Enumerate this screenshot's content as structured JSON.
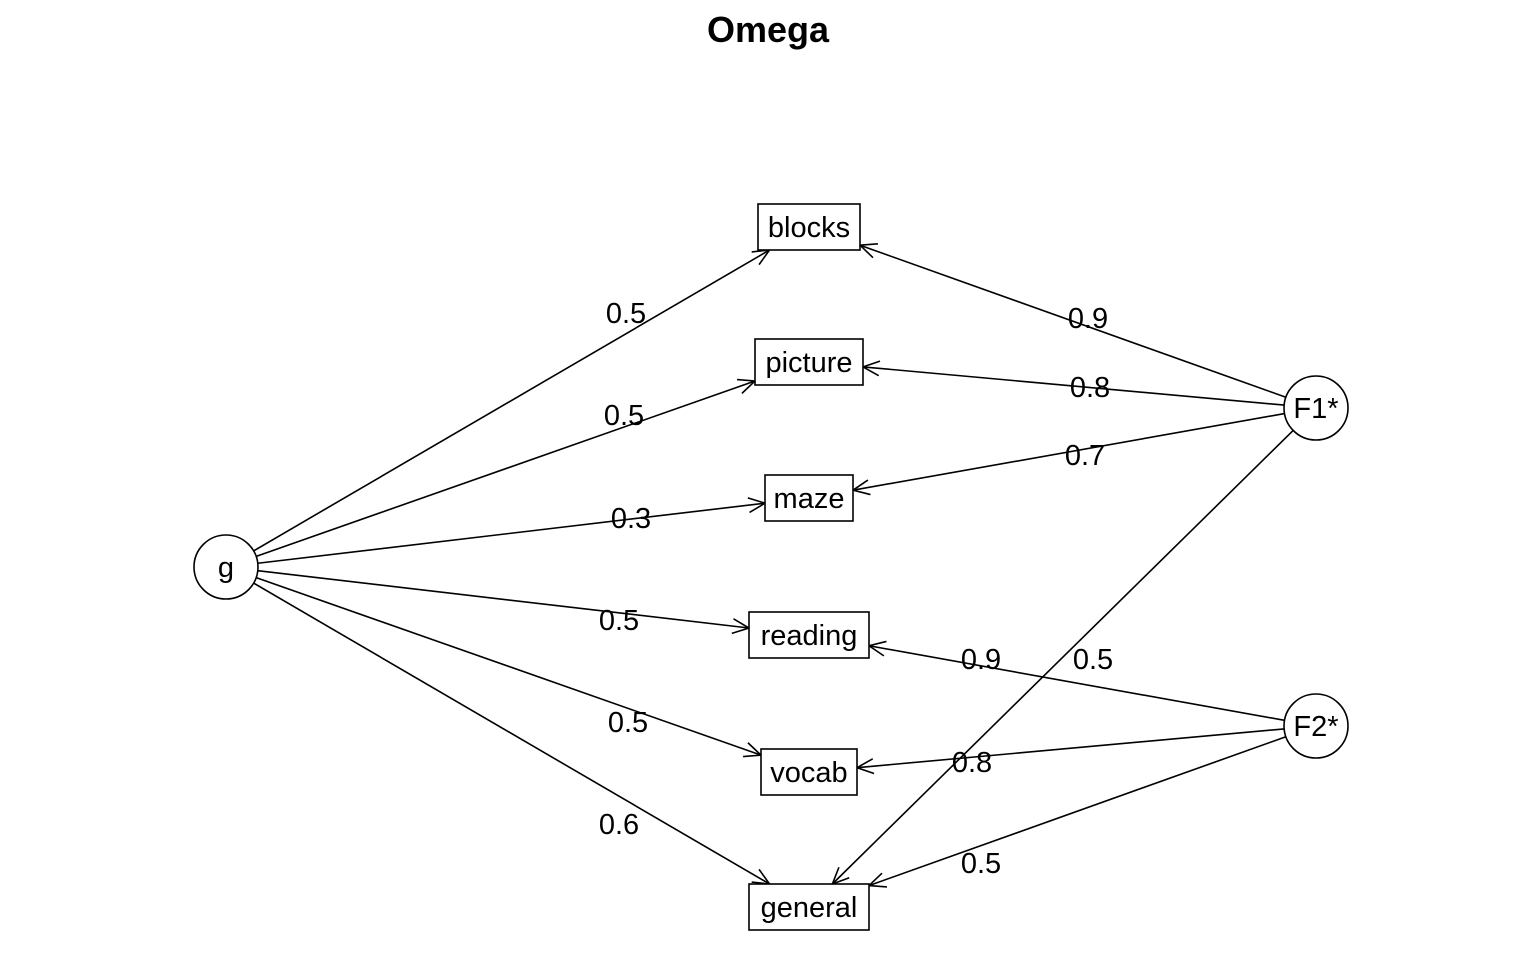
{
  "title": "Omega",
  "nodes": [
    {
      "id": "g",
      "label": "g",
      "shape": "circle"
    },
    {
      "id": "F1",
      "label": "F1*",
      "shape": "circle"
    },
    {
      "id": "F2",
      "label": "F2*",
      "shape": "circle"
    },
    {
      "id": "blocks",
      "label": "blocks",
      "shape": "box"
    },
    {
      "id": "picture",
      "label": "picture",
      "shape": "box"
    },
    {
      "id": "maze",
      "label": "maze",
      "shape": "box"
    },
    {
      "id": "reading",
      "label": "reading",
      "shape": "box"
    },
    {
      "id": "vocab",
      "label": "vocab",
      "shape": "box"
    },
    {
      "id": "general",
      "label": "general",
      "shape": "box"
    }
  ],
  "edges": [
    {
      "from": "g",
      "to": "blocks",
      "label": "0.5"
    },
    {
      "from": "g",
      "to": "picture",
      "label": "0.5"
    },
    {
      "from": "g",
      "to": "maze",
      "label": "0.3"
    },
    {
      "from": "g",
      "to": "reading",
      "label": "0.5"
    },
    {
      "from": "g",
      "to": "vocab",
      "label": "0.5"
    },
    {
      "from": "g",
      "to": "general",
      "label": "0.6"
    },
    {
      "from": "F1",
      "to": "blocks",
      "label": "0.9"
    },
    {
      "from": "F1",
      "to": "picture",
      "label": "0.8"
    },
    {
      "from": "F1",
      "to": "maze",
      "label": "0.7"
    },
    {
      "from": "F1",
      "to": "general",
      "label": "0.5"
    },
    {
      "from": "F2",
      "to": "reading",
      "label": "0.9"
    },
    {
      "from": "F2",
      "to": "vocab",
      "label": "0.8"
    },
    {
      "from": "F2",
      "to": "general",
      "label": "0.5"
    }
  ]
}
